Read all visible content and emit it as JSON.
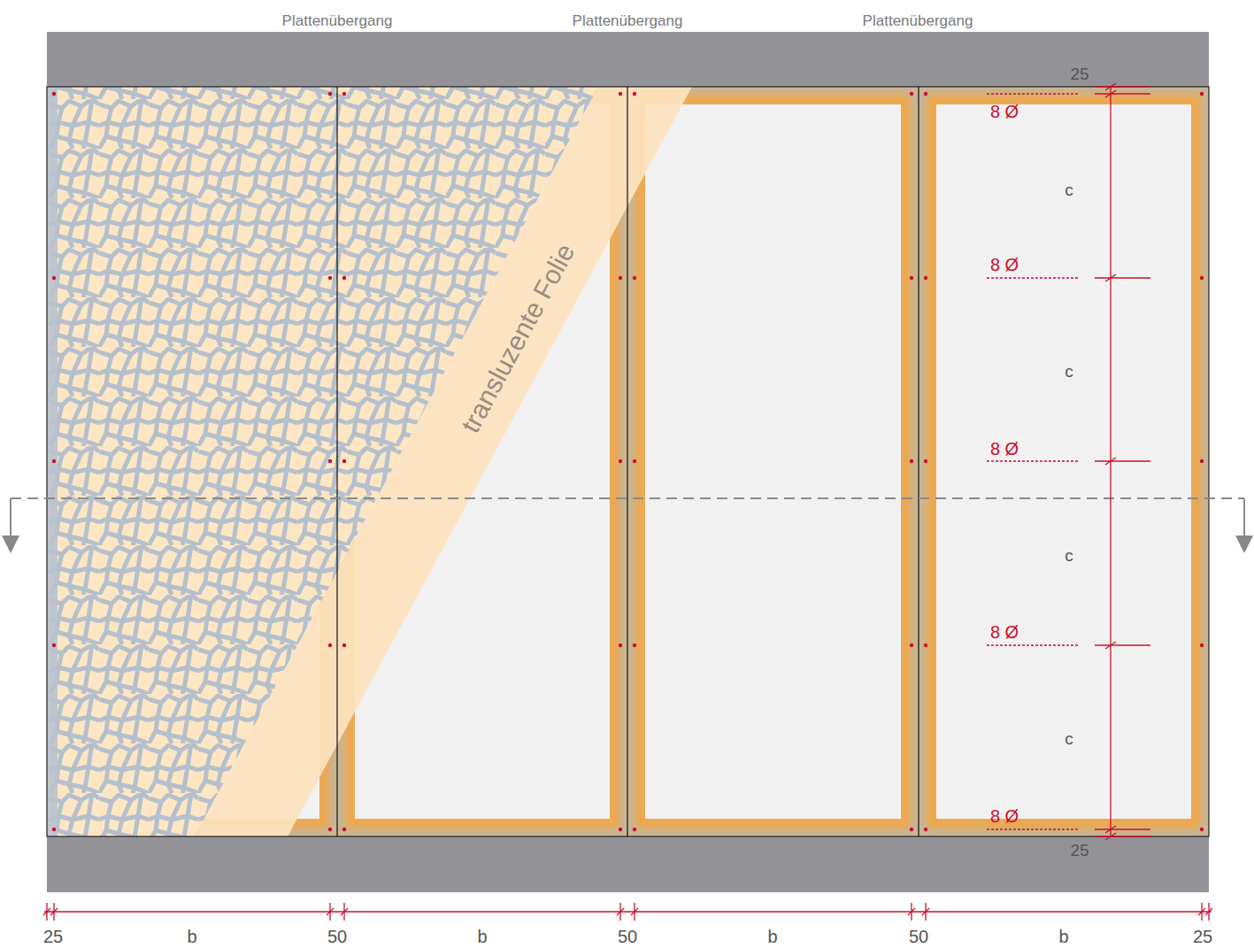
{
  "diagram": {
    "labels": [
      "Plattenübergang",
      "Plattenübergang",
      "Plattenübergang",
      "transluzente Folie",
      "25",
      "8 Ø",
      "c",
      "8 Ø",
      "c",
      "8 Ø",
      "c",
      "8 Ø",
      "c",
      "8 Ø",
      "25",
      "25",
      "b",
      "50",
      "b",
      "50",
      "b",
      "50",
      "b",
      "25"
    ]
  }
}
